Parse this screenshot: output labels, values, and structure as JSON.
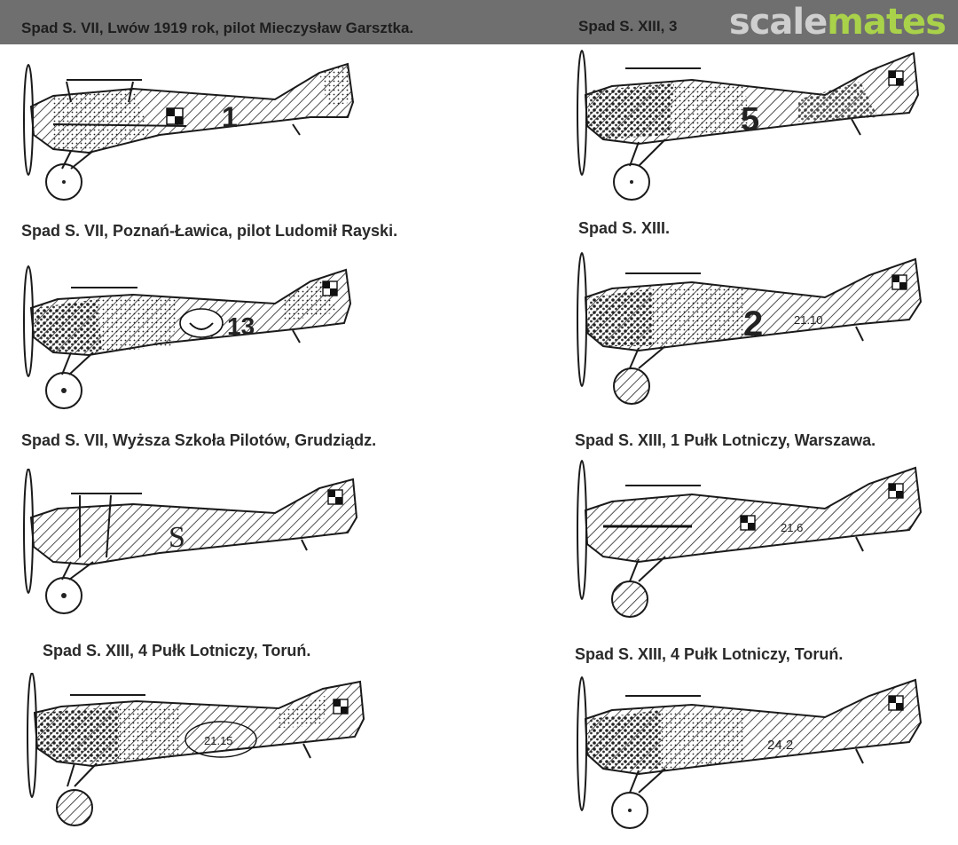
{
  "watermark": {
    "part1": "scale",
    "part2": "mates"
  },
  "captions": {
    "left": [
      "Spad S. VII, Lwów 1919 rok, pilot Mieczysław Garsztka.",
      "Spad S. VII, Poznań-Ławica, pilot Ludomił Rayski.",
      "Spad S. VII, Wyższa Szkoła Pilotów, Grudziądz.",
      "Spad S. XIII, 4 Pułk Lotniczy, Toruń."
    ],
    "right": [
      "Spad S. XIII, 3",
      "Spad S. XIII.",
      "Spad S. XIII, 1 Pułk Lotniczy, Warszawa.",
      "Spad S. XIII, 4 Pułk Lotniczy, Toruń."
    ]
  },
  "markings": {
    "l1": "1",
    "l2": "13",
    "l3": "S",
    "l4": "21.15",
    "r1": "5",
    "r2": "2",
    "r2b": "21.10",
    "r3": "21.6",
    "r4": "24.2"
  },
  "colors": {
    "bar": "#6f6f6f",
    "brand_grey": "#cfcfcf",
    "brand_green": "#a9d24a"
  }
}
